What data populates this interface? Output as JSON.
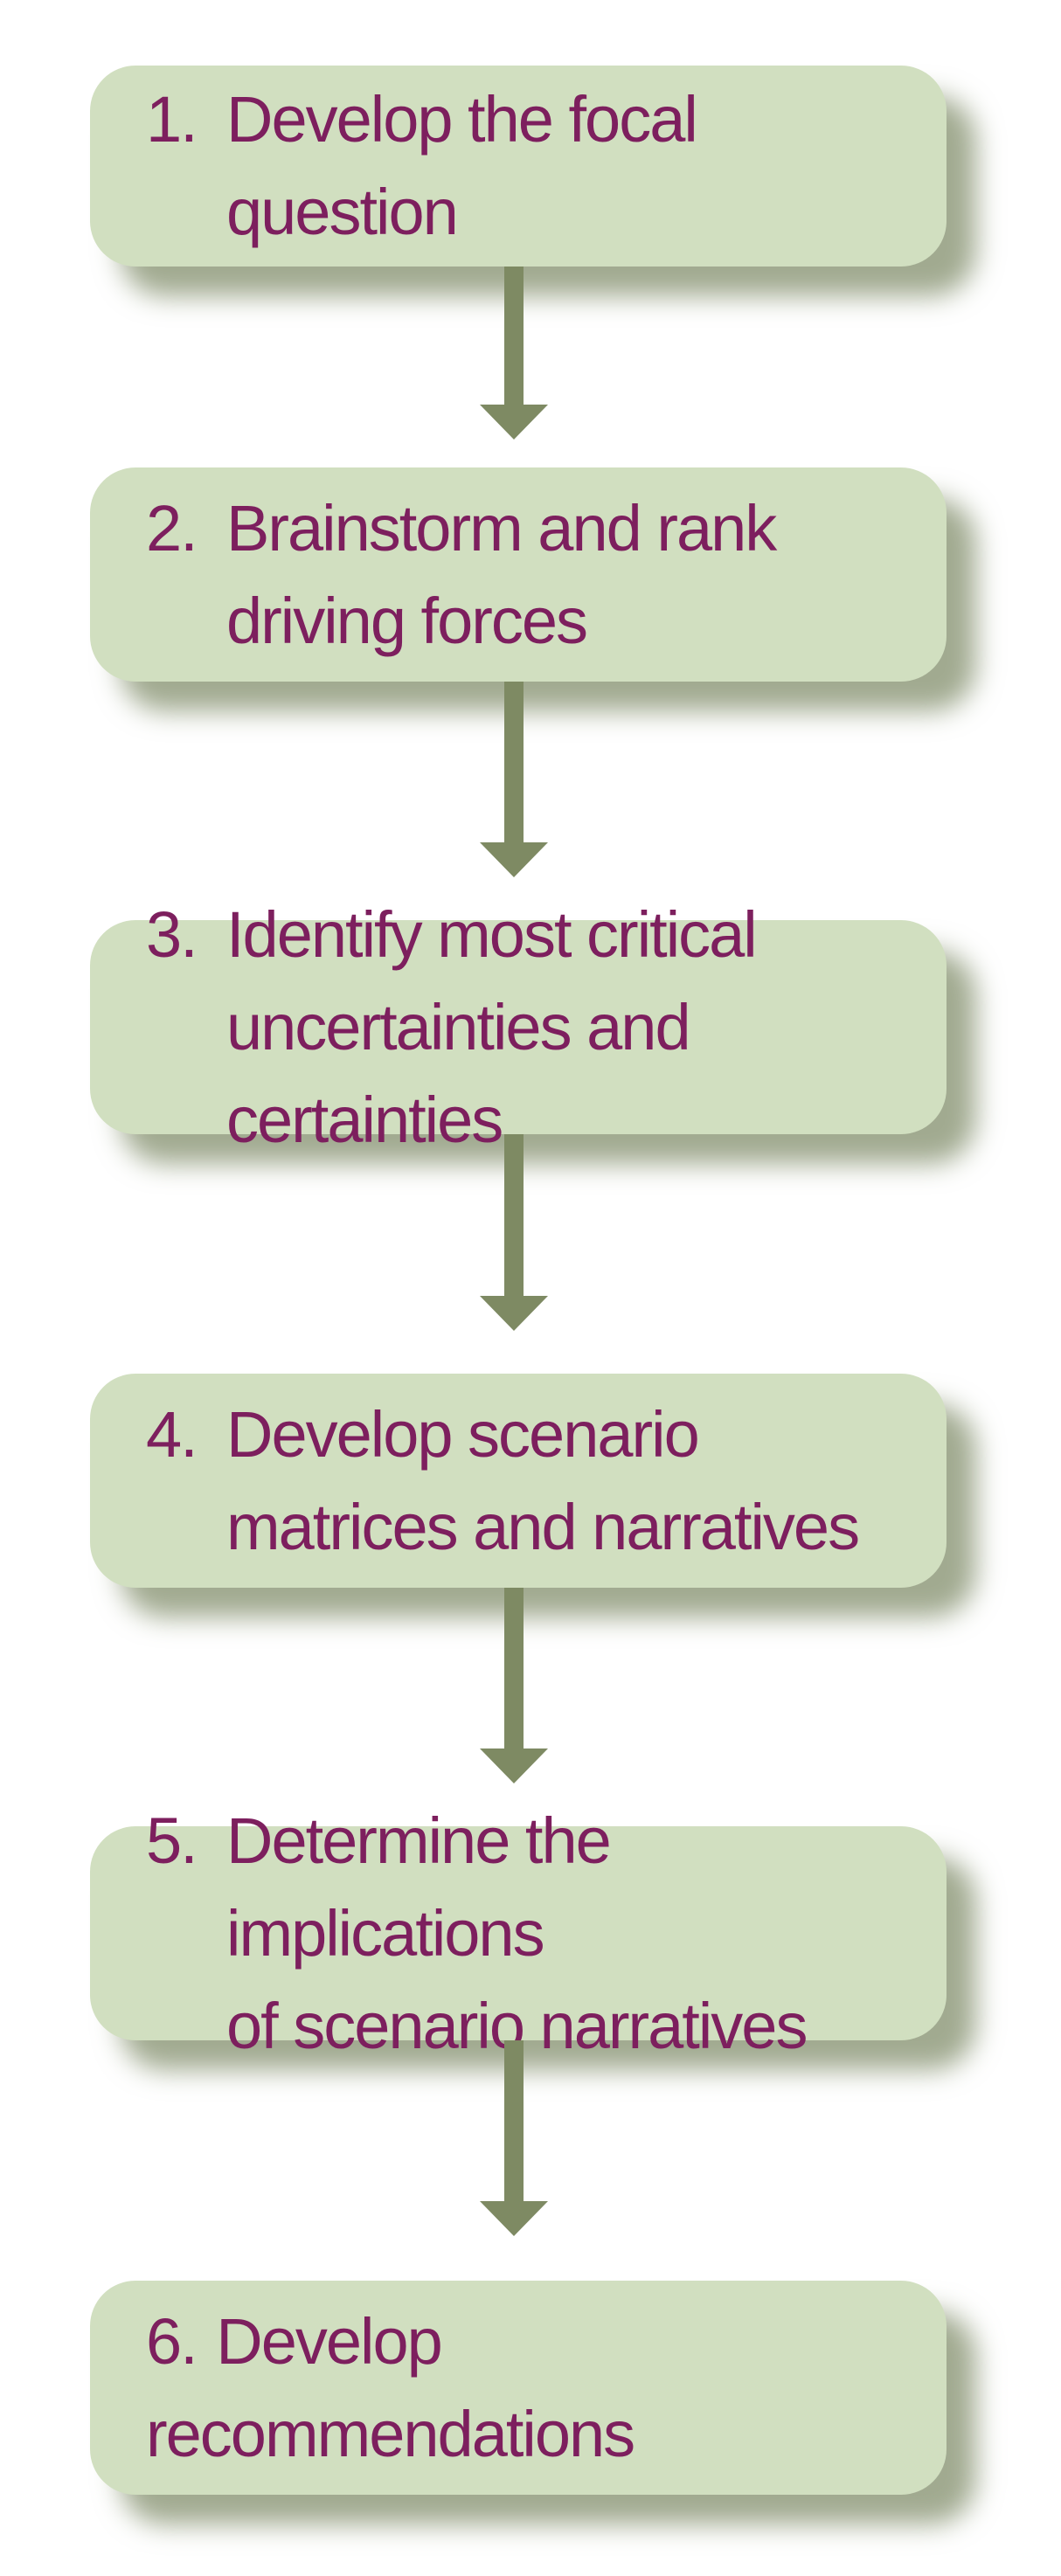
{
  "colors": {
    "box_fill": "#d1dfc0",
    "text": "#7d1f5e",
    "arrow": "#7e8a63"
  },
  "steps": [
    {
      "number": "1.",
      "label": "Develop the focal question"
    },
    {
      "number": "2.",
      "label": "Brainstorm and rank\ndriving forces"
    },
    {
      "number": "3.",
      "label": "Identify most critical\nuncertainties and certainties"
    },
    {
      "number": "4.",
      "label": "Develop scenario\nmatrices and narratives"
    },
    {
      "number": "5.",
      "label": "Determine the implications\nof scenario narratives"
    },
    {
      "number": "6.",
      "label": "Develop recommendations"
    }
  ]
}
